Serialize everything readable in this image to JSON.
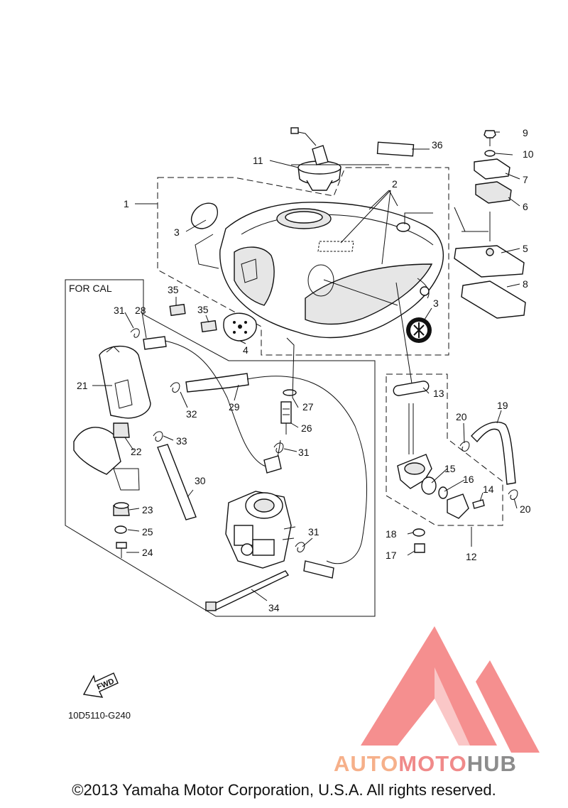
{
  "panel_label": "FOR CAL",
  "diagram_code": "10D5110-G240",
  "fwd_label": "FWD",
  "copyright": "©2013 Yamaha Motor Corporation, U.S.A. All rights reserved.",
  "watermark": {
    "part1": "AUTO",
    "part2": "MOTO",
    "part3": "HUB",
    "colors": {
      "auto": "#f6b08a",
      "moto": "#f08a8a",
      "hub": "#8c8c8c",
      "logo": "#f47c7c"
    }
  },
  "callouts": [
    {
      "id": "c1",
      "text": "1"
    },
    {
      "id": "c2",
      "text": "2"
    },
    {
      "id": "c3a",
      "text": "3"
    },
    {
      "id": "c3b",
      "text": "3"
    },
    {
      "id": "c4",
      "text": "4"
    },
    {
      "id": "c5",
      "text": "5"
    },
    {
      "id": "c6",
      "text": "6"
    },
    {
      "id": "c7",
      "text": "7"
    },
    {
      "id": "c8",
      "text": "8"
    },
    {
      "id": "c9",
      "text": "9"
    },
    {
      "id": "c10",
      "text": "10"
    },
    {
      "id": "c11",
      "text": "11"
    },
    {
      "id": "c12",
      "text": "12"
    },
    {
      "id": "c13",
      "text": "13"
    },
    {
      "id": "c14",
      "text": "14"
    },
    {
      "id": "c15",
      "text": "15"
    },
    {
      "id": "c16",
      "text": "16"
    },
    {
      "id": "c17",
      "text": "17"
    },
    {
      "id": "c18",
      "text": "18"
    },
    {
      "id": "c19",
      "text": "19"
    },
    {
      "id": "c20a",
      "text": "20"
    },
    {
      "id": "c20b",
      "text": "20"
    },
    {
      "id": "c21",
      "text": "21"
    },
    {
      "id": "c22",
      "text": "22"
    },
    {
      "id": "c23",
      "text": "23"
    },
    {
      "id": "c24",
      "text": "24"
    },
    {
      "id": "c25",
      "text": "25"
    },
    {
      "id": "c26",
      "text": "26"
    },
    {
      "id": "c27",
      "text": "27"
    },
    {
      "id": "c28",
      "text": "28"
    },
    {
      "id": "c29",
      "text": "29"
    },
    {
      "id": "c30",
      "text": "30"
    },
    {
      "id": "c31a",
      "text": "31"
    },
    {
      "id": "c31b",
      "text": "31"
    },
    {
      "id": "c31c",
      "text": "31"
    },
    {
      "id": "c32",
      "text": "32"
    },
    {
      "id": "c33",
      "text": "33"
    },
    {
      "id": "c34",
      "text": "34"
    },
    {
      "id": "c35a",
      "text": "35"
    },
    {
      "id": "c35b",
      "text": "35"
    },
    {
      "id": "c36",
      "text": "36"
    }
  ]
}
